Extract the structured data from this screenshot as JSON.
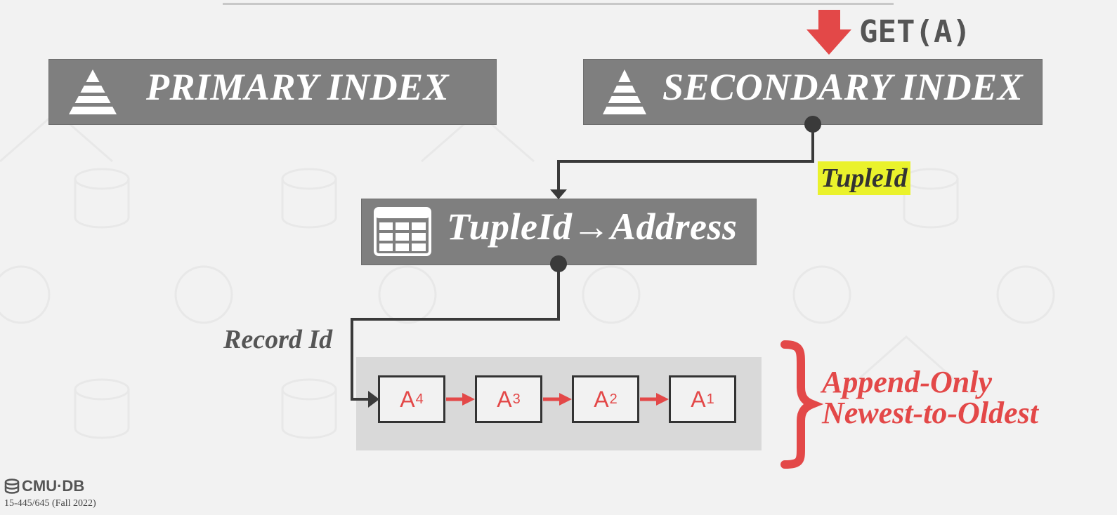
{
  "primary_index": {
    "label": "PRIMARY INDEX",
    "icon": "pyramid-icon"
  },
  "secondary_index": {
    "label": "SECONDARY INDEX",
    "icon": "pyramid-icon"
  },
  "lookup": {
    "label": "GET(A)",
    "arrow_color": "#e34848"
  },
  "mapping_table": {
    "label": "TupleId→Address",
    "icon": "table-grid-icon"
  },
  "pointer_labels": {
    "tuple_id": "TupleId",
    "record_id": "Record Id"
  },
  "version_chain": [
    {
      "base": "A",
      "sub": "4"
    },
    {
      "base": "A",
      "sub": "3"
    },
    {
      "base": "A",
      "sub": "2"
    },
    {
      "base": "A",
      "sub": "1"
    }
  ],
  "chain_note": {
    "line1": "Append-Only",
    "line2": "Newest-to-Oldest"
  },
  "footer": {
    "logo_text": "CMU·DB",
    "course": "15-445/645 (Fall 2022)"
  },
  "colors": {
    "accent_red": "#e34848",
    "box_gray": "#7f7f7f",
    "highlight": "#eaf22c"
  }
}
